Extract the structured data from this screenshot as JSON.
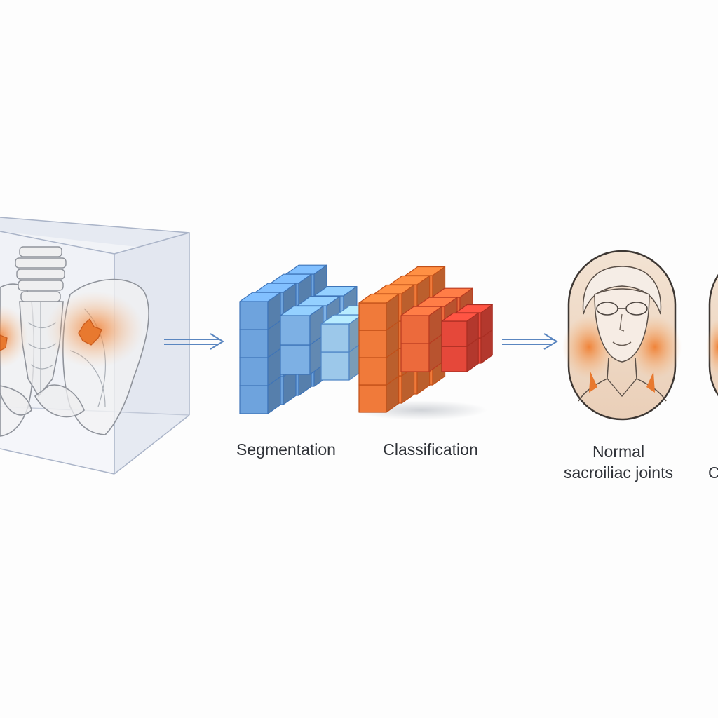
{
  "stages": {
    "segmentation_label": "Segmentation",
    "classification_label": "Classification",
    "normal_label_line1": "Normal",
    "normal_label_line2": "sacroiliac joints",
    "cropped_label": "C"
  },
  "colors": {
    "background": "#fdfdfd",
    "segmentation_blue": "#6ea3dd",
    "segmentation_blue_dark": "#3e74b8",
    "classification_orange": "#f07a3a",
    "classification_red": "#e5483a",
    "highlight_orange": "#f08a3c",
    "arrow_blue": "#5a86c0",
    "label_text": "#2f3238"
  },
  "icons": [
    "pelvis-ct-volume",
    "right-arrow-icon",
    "cube-stack-icon",
    "face-portrait-icon"
  ]
}
